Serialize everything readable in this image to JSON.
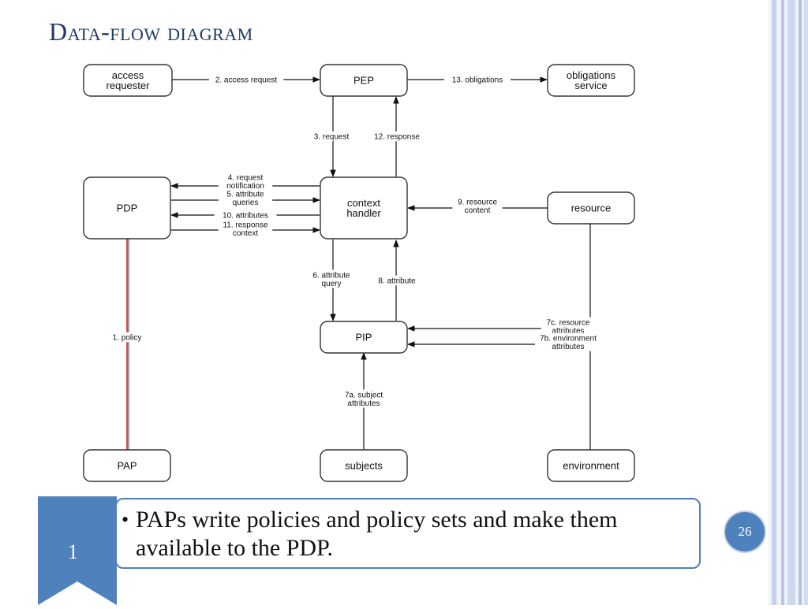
{
  "slide": {
    "title": "Data-flow diagram",
    "bullet": "PAPs write policies and policy sets and make them available to the PDP.",
    "step_number": "1",
    "page_number": "26",
    "accent_color": "#4f81bd",
    "title_color": "#1f3864"
  },
  "diagram": {
    "nodes": [
      {
        "id": "access-requester",
        "lines": [
          "access",
          "requester"
        ]
      },
      {
        "id": "pep",
        "lines": [
          "PEP"
        ]
      },
      {
        "id": "obligations-service",
        "lines": [
          "obligations",
          "service"
        ]
      },
      {
        "id": "pdp",
        "lines": [
          "PDP"
        ]
      },
      {
        "id": "context-handler",
        "lines": [
          "context",
          "handler"
        ]
      },
      {
        "id": "resource",
        "lines": [
          "resource"
        ]
      },
      {
        "id": "pip",
        "lines": [
          "PIP"
        ]
      },
      {
        "id": "pap",
        "lines": [
          "PAP"
        ]
      },
      {
        "id": "subjects",
        "lines": [
          "subjects"
        ]
      },
      {
        "id": "environment",
        "lines": [
          "environment"
        ]
      }
    ],
    "edges": [
      {
        "id": "e2",
        "lines": [
          "2. access request"
        ]
      },
      {
        "id": "e13",
        "lines": [
          "13. obligations"
        ]
      },
      {
        "id": "e3",
        "lines": [
          "3. request"
        ]
      },
      {
        "id": "e12",
        "lines": [
          "12. response"
        ]
      },
      {
        "id": "e4",
        "lines": [
          "4. request",
          "notification"
        ]
      },
      {
        "id": "e5",
        "lines": [
          "5. attribute",
          "queries"
        ]
      },
      {
        "id": "e10",
        "lines": [
          "10. attributes"
        ]
      },
      {
        "id": "e11",
        "lines": [
          "11. response",
          "context"
        ]
      },
      {
        "id": "e9",
        "lines": [
          "9. resource",
          "content"
        ]
      },
      {
        "id": "e6",
        "lines": [
          "6. attribute",
          "query"
        ]
      },
      {
        "id": "e8",
        "lines": [
          "8. attribute"
        ]
      },
      {
        "id": "e7c",
        "lines": [
          "7c. resource",
          "attributes"
        ]
      },
      {
        "id": "e7b",
        "lines": [
          "7b. environment",
          "attributes"
        ]
      },
      {
        "id": "e7a",
        "lines": [
          "7a. subject",
          "attributes"
        ]
      },
      {
        "id": "e1",
        "lines": [
          "1. policy"
        ]
      }
    ]
  }
}
